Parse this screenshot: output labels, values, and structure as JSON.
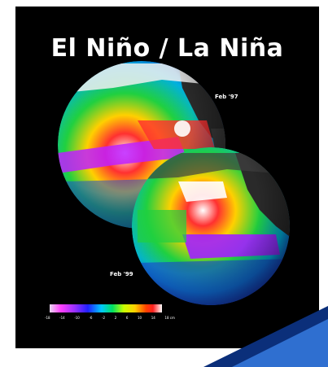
{
  "poster": {
    "title": "El Niño / La Niña",
    "labels": [
      "Feb '97",
      "Feb '99"
    ]
  },
  "colorbar": {
    "tick_labels": [
      "-18",
      "-14",
      "-10",
      "-6",
      "-2",
      "2",
      "6",
      "10",
      "14",
      "18 cm"
    ],
    "colors": [
      "#e8d8f0",
      "#ff40ff",
      "#9b30ff",
      "#2020ff",
      "#00c8ff",
      "#00e060",
      "#c8ff00",
      "#ffd000",
      "#ff4000",
      "#ffffff"
    ]
  },
  "decoration": {
    "swoosh_colors": [
      "#2f6fd0",
      "#0b2f7a"
    ]
  }
}
